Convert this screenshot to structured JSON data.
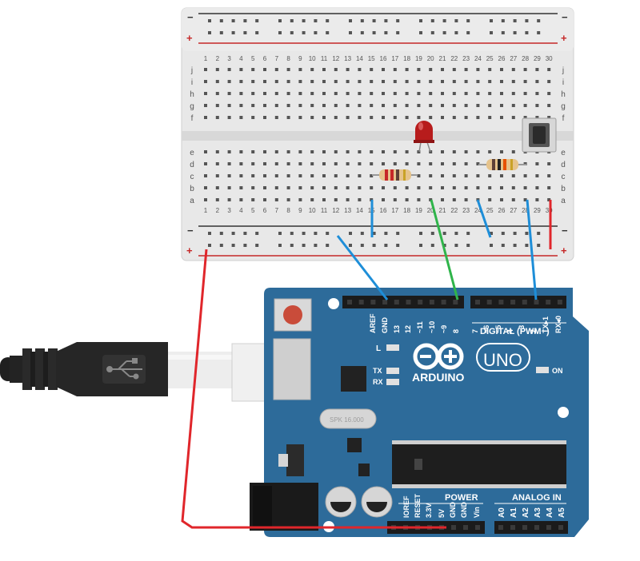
{
  "breadboard": {
    "columns": [
      "1",
      "2",
      "3",
      "4",
      "5",
      "6",
      "7",
      "8",
      "9",
      "10",
      "11",
      "12",
      "13",
      "14",
      "15",
      "16",
      "17",
      "18",
      "19",
      "20",
      "21",
      "22",
      "23",
      "24",
      "25",
      "26",
      "27",
      "28",
      "29",
      "30"
    ],
    "rows_top": [
      "j",
      "i",
      "h",
      "g",
      "f"
    ],
    "rows_bottom": [
      "e",
      "d",
      "c",
      "b",
      "a"
    ],
    "rail_minus": "−",
    "rail_plus": "+"
  },
  "arduino": {
    "brand": "ARDUINO",
    "model": "UNO",
    "digital_header_label": "DIGITAL (PWM~)",
    "digital_pins": [
      "AREF",
      "GND",
      "13",
      "12",
      "~11",
      "~10",
      "~9",
      "8",
      "7",
      "~6",
      "~5",
      "4",
      "~3",
      "2",
      "TX▸1",
      "RX◂0"
    ],
    "power_header_label": "POWER",
    "power_pins": [
      "IOREF",
      "RESET",
      "3.3V",
      "5V",
      "GND",
      "GND",
      "Vin"
    ],
    "analog_header_label": "ANALOG IN",
    "analog_pins": [
      "A0",
      "A1",
      "A2",
      "A3",
      "A4",
      "A5"
    ],
    "led_labels": [
      "L",
      "TX",
      "RX"
    ],
    "on_label": "ON",
    "crystal_label": "SPK 16.000"
  },
  "colors": {
    "board_blue": "#2d6b9a",
    "wire_blue": "#1e8ed8",
    "wire_green": "#2fb44a",
    "wire_red": "#e0262b",
    "rail_red": "#d32f2f",
    "breadboard": "#e6e6e6"
  }
}
